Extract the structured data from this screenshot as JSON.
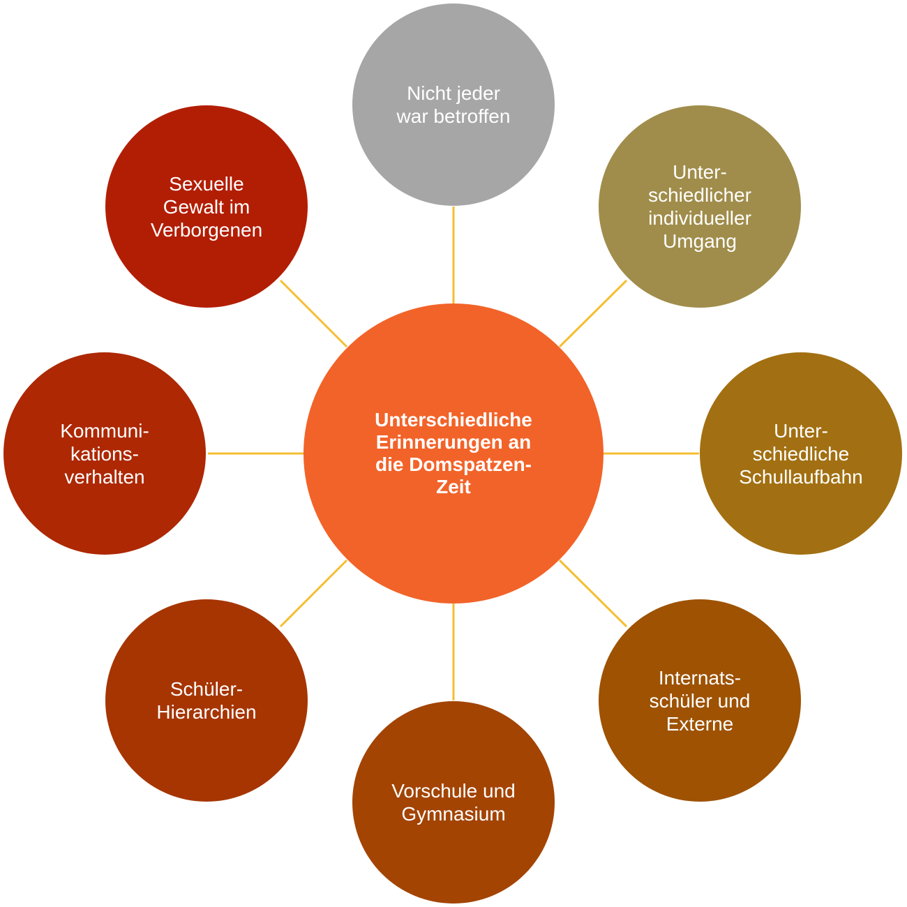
{
  "diagram": {
    "connector_color": "#f5be30",
    "center": {
      "label": "Unterschiedliche\nErinnerungen an\ndie Domspatzen-\nZeit",
      "color": "#f26329"
    },
    "nodes": [
      {
        "id": "n1",
        "label": "Nicht jeder\nwar betroffen",
        "color": "#a6a6a6"
      },
      {
        "id": "n2",
        "label": "Unter-\nschiedlicher\nindividueller\nUmgang",
        "color": "#a08d4b"
      },
      {
        "id": "n3",
        "label": "Unter-\nschiedliche\nSchullaufbahn",
        "color": "#a27012"
      },
      {
        "id": "n4",
        "label": "Internats-\nschüler und\nExterne",
        "color": "#9e5202"
      },
      {
        "id": "n5",
        "label": "Vorschule und\nGymnasium",
        "color": "#a34403"
      },
      {
        "id": "n6",
        "label": "Schüler-\nHierarchien",
        "color": "#a63502"
      },
      {
        "id": "n7",
        "label": "Kommuni-\nkations-\nverhalten",
        "color": "#ad2803"
      },
      {
        "id": "n8",
        "label": "Sexuelle\nGewalt im\nVerborgenen",
        "color": "#b21e04"
      }
    ]
  }
}
